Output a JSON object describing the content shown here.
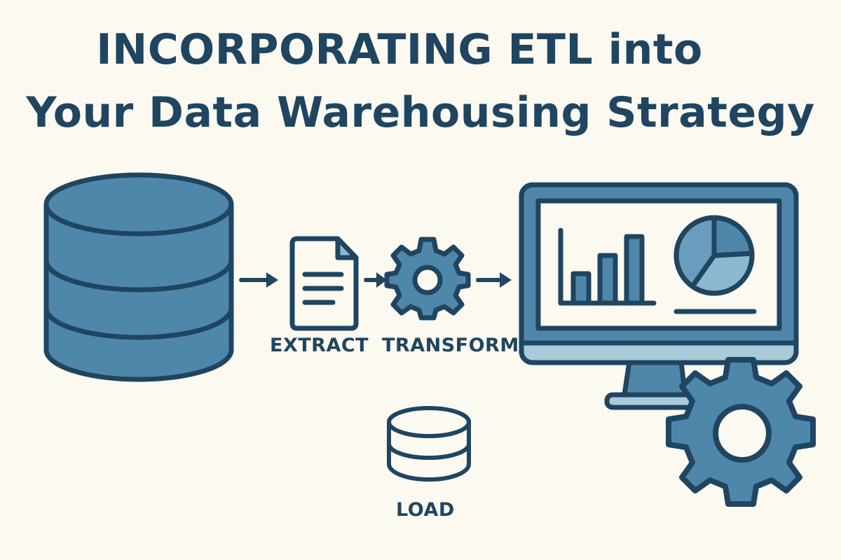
{
  "title": {
    "line1": "INCORPORATING ETL into",
    "line2": "Your Data Warehousing Strategy"
  },
  "steps": [
    {
      "id": "extract",
      "label": "EXTRACT",
      "icon": "document-icon"
    },
    {
      "id": "transform",
      "label": "TRANSFORM",
      "icon": "gear-icon"
    },
    {
      "id": "load",
      "label": "LOAD",
      "icon": "database-icon"
    }
  ],
  "source": {
    "icon": "database-icon"
  },
  "destination": {
    "icon": "monitor-dashboard-icon",
    "accessory_icon": "gear-icon"
  },
  "colors": {
    "background": "#fbf9f0",
    "stroke": "#1f4560",
    "fill": "#4f87aa",
    "light_fill": "#a9cad9",
    "screen": "#fbf9f0"
  }
}
